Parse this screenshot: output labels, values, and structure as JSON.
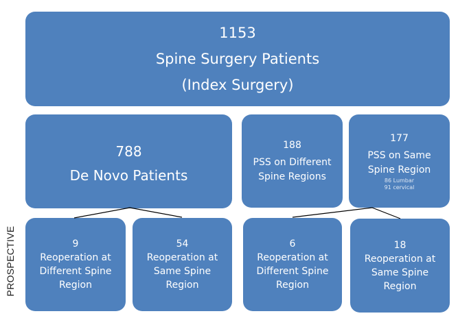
{
  "root": {
    "count": "1153",
    "title": "Spine Surgery Patients",
    "subtitle": "(Index Surgery)"
  },
  "groups": [
    {
      "count": "788",
      "label": "De Novo Patients"
    },
    {
      "count": "188",
      "label_lines": [
        "PSS on Different",
        "Spine Regions"
      ]
    },
    {
      "count": "177",
      "label_lines": [
        "PSS on Same",
        "Spine Region"
      ],
      "notes": [
        "86 Lumbar",
        "91 cervical"
      ]
    }
  ],
  "outcomes": [
    {
      "count": "9",
      "label": "Reoperation at Different Spine Region"
    },
    {
      "count": "54",
      "label": "Reoperation at Same Spine Region"
    },
    {
      "count": "6",
      "label": "Reoperation at Different Spine Region"
    },
    {
      "count": "18",
      "label": "Reoperation at Same Spine Region"
    }
  ],
  "side_label": "PROSPECTIVE",
  "colors": {
    "box": "#4f81bd",
    "text": "#ffffff",
    "connector": "#000000"
  }
}
